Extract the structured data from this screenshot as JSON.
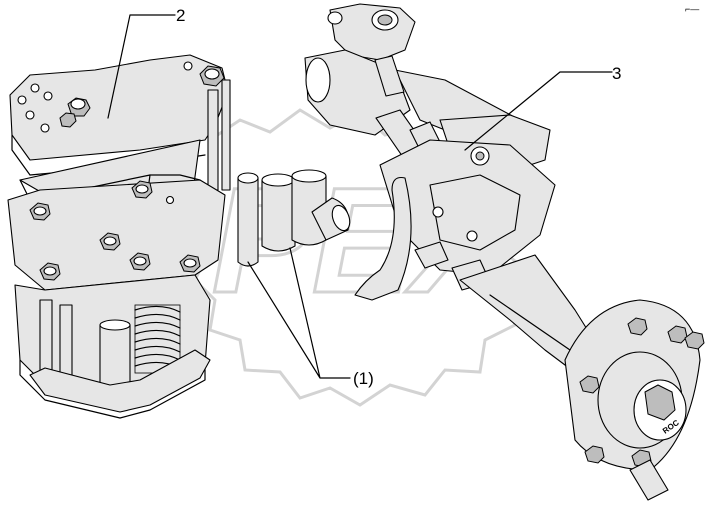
{
  "callouts": {
    "label_2": "2",
    "label_3": "3",
    "label_1": "(1)"
  },
  "hub_stamp": "ROC",
  "corner_mark": "⌐—",
  "watermark": "OPEX",
  "icons": {
    "watermark": "gear-logo-watermark"
  },
  "colors": {
    "line": "#000000",
    "part_fill": "#e6e6e6",
    "watermark": "#d3d3d3"
  }
}
